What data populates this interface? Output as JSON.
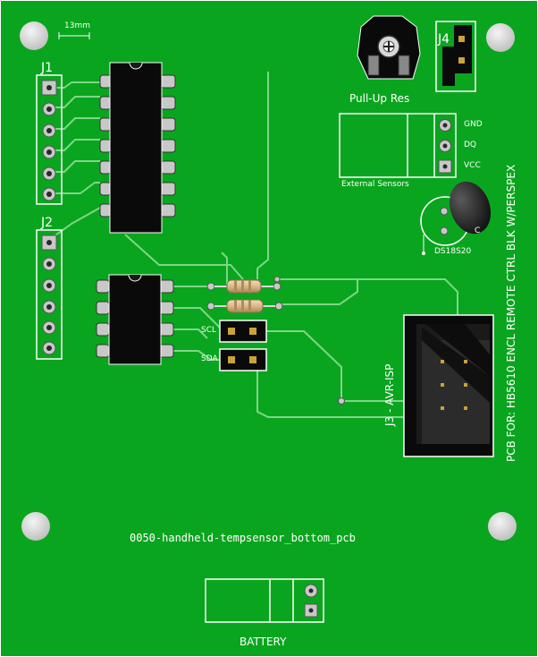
{
  "board": {
    "scale_label": "13mm",
    "title": "0050-handheld-tempsensor_bottom_pcb",
    "side_text": "PCB FOR: HB5610 ENCL REMOTE CTRL BLK W/PERSPEX",
    "colors": {
      "board": "#0aa51e",
      "trace": "#7fd68a",
      "silk": "#ffffff",
      "pad": "#c8c8c8",
      "chip": "#0a0a0a"
    }
  },
  "headers": {
    "j1": {
      "label": "J1",
      "pins": 6
    },
    "j2": {
      "label": "J2",
      "pins": 6
    },
    "j4": {
      "label": "J4"
    },
    "j3": {
      "label": "J3 - AVR-ISP"
    }
  },
  "components": {
    "pullup": {
      "label": "Pull-Up Res"
    },
    "ext_sensors": {
      "label": "External Sensors",
      "pins": [
        "GND",
        "DQ",
        "VCC"
      ]
    },
    "ds18s20": {
      "label": "DS18S20",
      "pin_label": "C"
    },
    "scl": {
      "label": "SCL"
    },
    "sda": {
      "label": "SDA"
    },
    "battery": {
      "label": "BATTERY"
    }
  }
}
